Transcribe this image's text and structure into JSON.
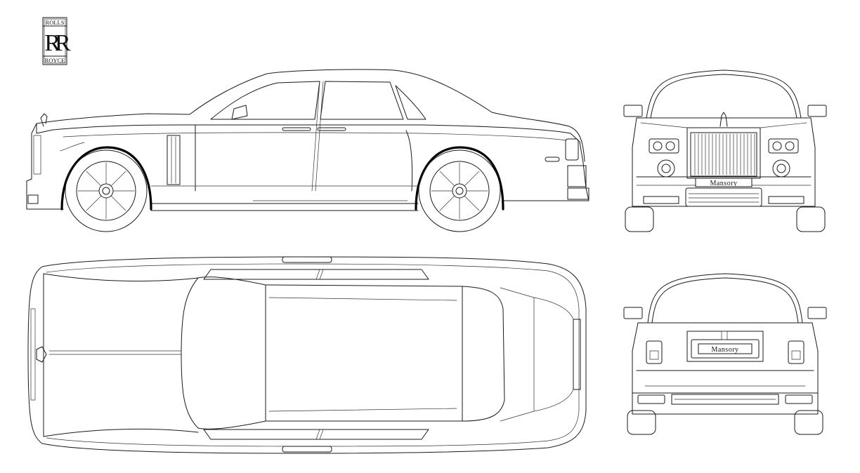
{
  "logo": {
    "top_text": "ROLLS",
    "monogram": "RR",
    "bottom_text": "ROYCE"
  },
  "views": {
    "side": {
      "name": "side-view"
    },
    "top": {
      "name": "top-view"
    },
    "front": {
      "badge_text": "Mansory"
    },
    "rear": {
      "badge_text": "Mansory"
    }
  },
  "style": {
    "line_color": "#1a1a1a",
    "background": "#ffffff"
  }
}
